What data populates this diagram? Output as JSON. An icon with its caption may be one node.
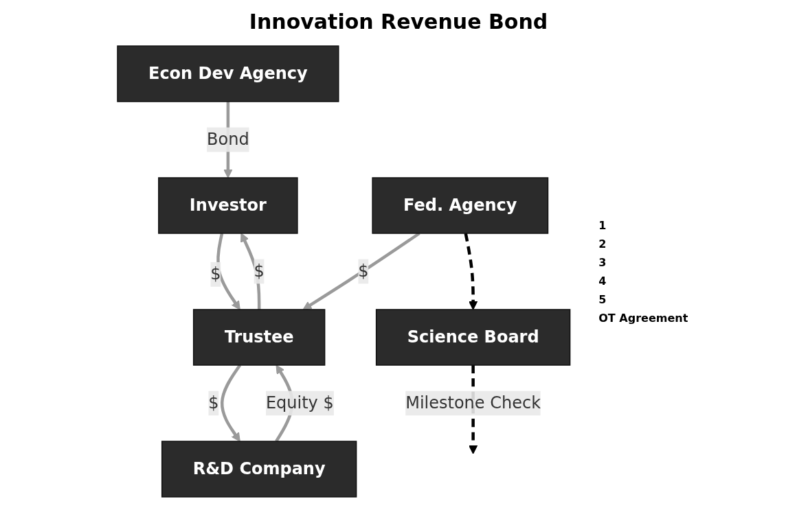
{
  "diagram": {
    "title": "Innovation Revenue Bond",
    "nodes": [
      {
        "text": [
          "Investor"
        ]
      },
      {
        "text": [
          "Econ Dev Agency"
        ]
      },
      {
        "text": [
          "Trustee"
        ]
      },
      {
        "text": [
          "Fed. Agency"
        ]
      },
      {
        "text": [
          "Science Board"
        ]
      },
      {
        "text": [
          "R&D Company"
        ]
      }
    ],
    "edges": [
      {
        "from": 1,
        "to": 0,
        "arrow": "to",
        "label": "Bond"
      },
      {
        "from": 2,
        "to": 0,
        "arrow": "to",
        "label": "$"
      },
      {
        "from": 0,
        "to": 2,
        "arrow": "to",
        "label": "$"
      },
      {
        "from": 3,
        "to": 2,
        "arrow": "to",
        "label": "$"
      },
      {
        "from": 3,
        "to": 4,
        "arrow": "to",
        "style": "dashed",
        "color": "#000000"
      },
      {
        "from": 5,
        "to": 2,
        "arrow": "to",
        "label": "Equity $"
      },
      {
        "from": 2,
        "to": 5,
        "arrow": "to",
        "label": "$"
      },
      {
        "from": 4,
        "to": null,
        "arrow": "to",
        "label": "Milestone Check",
        "style": "dashed",
        "color": "#000000"
      }
    ],
    "labels": [
      "1",
      "2",
      "3",
      "4",
      "5",
      "OT Agreement"
    ]
  }
}
